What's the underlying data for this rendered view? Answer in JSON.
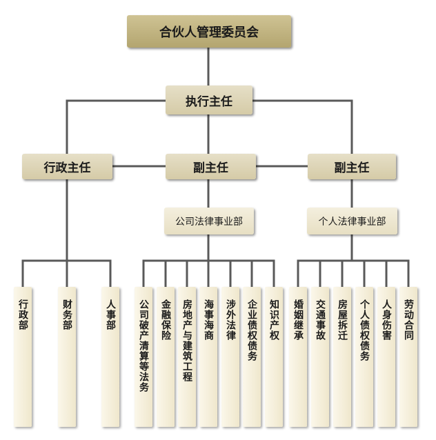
{
  "top": "合伙人管理委员会",
  "executive": "执行主任",
  "admin_director": "行政主任",
  "deputy_left": "副主任",
  "deputy_right": "副主任",
  "dept_company": "公司法律事业部",
  "dept_personal": "个人法律事业部",
  "admin_units": [
    "行政部",
    "财务部",
    "人事部"
  ],
  "company_units": [
    "公司破产清算等法务",
    "金融保险",
    "房地产与建筑工程",
    "海事海商",
    "涉外法律",
    "企业债权债务",
    "知识产权"
  ],
  "personal_units": [
    "婚姻继承",
    "交通事故",
    "房屋拆迁",
    "个人债权债务",
    "人身伤害",
    "劳动合同"
  ]
}
